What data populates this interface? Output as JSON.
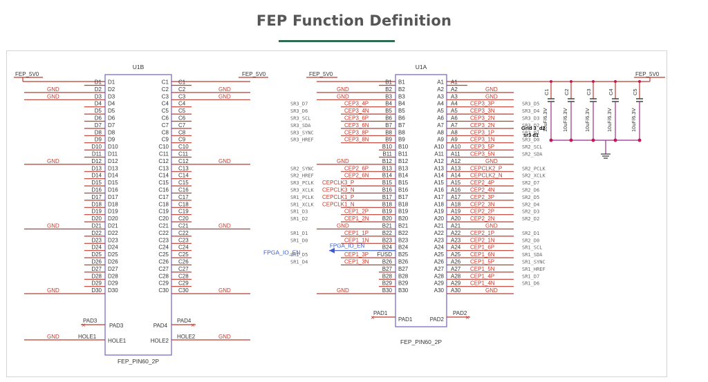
{
  "header": {
    "title": "FEP Function Definition"
  },
  "u1b": {
    "ref": "U1B",
    "part": "FEP_PIN60_2P",
    "left_pins": [
      "D1",
      "D2",
      "D3",
      "D4",
      "D5",
      "D6",
      "D7",
      "D8",
      "D9",
      "D10",
      "D11",
      "D12",
      "D13",
      "D14",
      "D15",
      "D16",
      "D17",
      "D18",
      "D19",
      "D20",
      "D21",
      "D22",
      "D23",
      "D24",
      "D25",
      "D26",
      "D27",
      "D28",
      "D29",
      "D30"
    ],
    "right_pins": [
      "C1",
      "C2",
      "C3",
      "C4",
      "C5",
      "C6",
      "C7",
      "C8",
      "C9",
      "C10",
      "C11",
      "C12",
      "C13",
      "C14",
      "C15",
      "C16",
      "C17",
      "C18",
      "C19",
      "C20",
      "C21",
      "C22",
      "C23",
      "C24",
      "C25",
      "C26",
      "C27",
      "C28",
      "C29",
      "C30"
    ],
    "left_nets": [
      "",
      "GND",
      "GND",
      "",
      "",
      "",
      "",
      "",
      "",
      "",
      "",
      "GND",
      "",
      "",
      "",
      "",
      "",
      "",
      "",
      "",
      "GND",
      "",
      "",
      "",
      "",
      "",
      "",
      "",
      "",
      "GND"
    ],
    "right_nets": [
      "",
      "GND",
      "GND",
      "",
      "",
      "",
      "",
      "",
      "",
      "",
      "",
      "GND",
      "",
      "",
      "",
      "",
      "",
      "",
      "",
      "",
      "GND",
      "",
      "",
      "",
      "",
      "",
      "",
      "",
      "",
      "GND"
    ],
    "power_left": "FEP_5V0",
    "power_right": "FEP_5V0",
    "pad_left": "PAD3",
    "pad_right": "PAD4",
    "hole_left": "HOLE1",
    "hole_right": "HOLE2",
    "hole_left_net": "GND",
    "hole_right_net": "GND"
  },
  "u1a": {
    "ref": "U1A",
    "part": "FEP_PIN60_2P",
    "left_pins": [
      "B1",
      "B2",
      "B3",
      "B4",
      "B5",
      "B6",
      "B7",
      "B8",
      "B9",
      "B10",
      "B11",
      "B12",
      "B13",
      "B14",
      "B15",
      "B16",
      "B17",
      "B18",
      "B19",
      "B20",
      "B21",
      "B22",
      "B23",
      "B24",
      "B25",
      "B26",
      "B27",
      "B28",
      "B29",
      "B30"
    ],
    "right_pins": [
      "A1",
      "A2",
      "A3",
      "A4",
      "A5",
      "A6",
      "A7",
      "A8",
      "A9",
      "A10",
      "A11",
      "A12",
      "A13",
      "A14",
      "A15",
      "A16",
      "A17",
      "A18",
      "A19",
      "A20",
      "A21",
      "A22",
      "A23",
      "A24",
      "A25",
      "A26",
      "A27",
      "A28",
      "A29",
      "A30"
    ],
    "left_nets": [
      "",
      "GND",
      "GND",
      "CEP3_4P",
      "CEP3_4N",
      "CEP3_6P",
      "CEP3_6N",
      "CEP3_8P",
      "CEP3_8N",
      "",
      "",
      "GND",
      "CEP2_6P",
      "CEP2_6N",
      "CEPCLK3_P",
      "CEPCLK3_N",
      "CEPCLK1_P",
      "CEPCLK1_N",
      "CEP1_2P",
      "CEP1_2N",
      "GND",
      "CEP1_1P",
      "CEP1_1N",
      "",
      "CEP1_3P",
      "CEP1_3N",
      "",
      "",
      "",
      "GND"
    ],
    "right_nets": [
      "",
      "GND",
      "GND",
      "CEP3_3P",
      "CEP3_3N",
      "CEP3_2N",
      "CEP3_2N",
      "CEP3_1P",
      "CEP3_1N",
      "CEP3_5P",
      "CEP3_5N",
      "GND",
      "CEPCLK2_P",
      "CEPCLK2_N",
      "CEP2_4P",
      "CEP2_4N",
      "CEP2_3P",
      "CEP2_3N",
      "CEP2_2P",
      "CEP2_2N",
      "GND",
      "CEP2_1P",
      "CEP2_1N",
      "CEP1_6P",
      "CEP1_6N",
      "CEP1_5P",
      "CEP1_5N",
      "CEP1_4P",
      "CEP1_4N",
      "GND"
    ],
    "left_signals": [
      "",
      "",
      "",
      "SR3_D7",
      "SR3_D6",
      "SR3_SCL",
      "SR3_SDA",
      "SR3_SYNC",
      "SR3_HREF",
      "",
      "",
      "",
      "SR2_SYNC",
      "SR2_HREF",
      "SR3_PCLK",
      "SR3_XCLK",
      "SR1_PCLK",
      "SR1_XCLK",
      "SR1_D3",
      "SR1_D2",
      "",
      "SR1_D1",
      "SR1_D0",
      "",
      "SR1_D5",
      "SR1_D4",
      "",
      "",
      "",
      ""
    ],
    "right_signals": [
      "",
      "",
      "",
      "SR3_D5",
      "SR3_D4",
      "SR3_D3",
      "SR3_D2",
      "SR3_D1",
      "SR3_D0",
      "SR2_SCL",
      "SR2_SDA",
      "",
      "SR2_PCLK",
      "SR2_XCLK",
      "SR2_D7",
      "SR2_D6",
      "SR2_D5",
      "SR2_D4",
      "SR2_D3",
      "SR2_D2",
      "",
      "SR2_D1",
      "SR2_D0",
      "SR1_SCL",
      "SR1_SDA",
      "SR1_SYNC",
      "SR1_HREF",
      "SR1_D7",
      "SR1_D6",
      ""
    ],
    "b25_alt": "FUSD",
    "power_left": "FEP_5V0",
    "power_right": "FEP_5V0",
    "pad_left": "PAD1",
    "pad_right": "PAD2",
    "fpga_port": "FPGA_IO_EN",
    "fpga_net": "FPGA_IO_EN"
  },
  "decoupling": {
    "refs": [
      "C1",
      "C2",
      "C3",
      "C4",
      "C5"
    ],
    "values": [
      "10uF/6.3V",
      "10uF/6.3V",
      "10uF/6.3V",
      "10uF/6.3V",
      "10uF/6.3V"
    ],
    "note_line1": "Grid 3_d2",
    "note_line2": "sr3 d1"
  },
  "colors": {
    "wire": "#c0392b",
    "part": "#7a6cc9",
    "pin_text": "#333333",
    "net_text": "#c0392b",
    "signal_text": "#666666",
    "accent": "#2e6b4f"
  }
}
